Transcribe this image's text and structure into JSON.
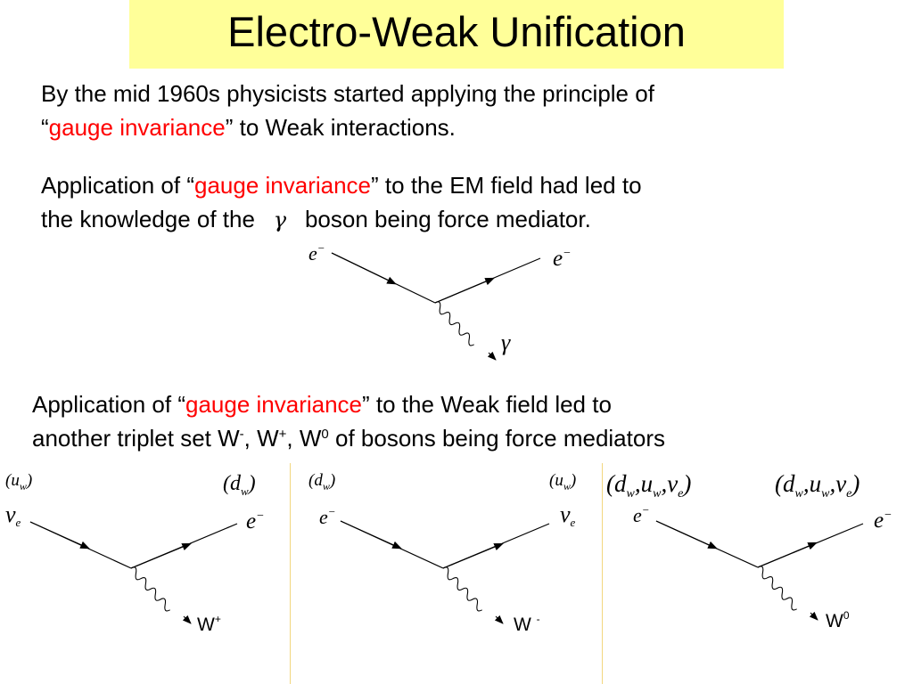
{
  "title": "Electro-Weak Unification",
  "para1": {
    "pre": "By the mid 1960s physicists started applying the principle of",
    "open_quote": "“",
    "highlight": "gauge invariance",
    "post": "” to Weak interactions."
  },
  "para2": {
    "pre": "Application of “",
    "highlight": "gauge invariance",
    "post": "” to the EM field had led to",
    "line2_pre": "the knowledge of the",
    "gamma": "γ",
    "line2_post": "boson being force mediator."
  },
  "para3": {
    "pre": "Application of “",
    "highlight": "gauge invariance",
    "post": "” to the Weak field led to",
    "line2_pre": "another triplet set W",
    "sup1": "-",
    "mid1": ", W",
    "sup2": "+",
    "mid2": ", W",
    "sup3": "0",
    "line2_post": " of bosons being force mediators"
  },
  "diagrams": {
    "em": {
      "in_label": "e",
      "in_sup": "−",
      "out_label": "e",
      "out_sup": "−",
      "boson": "γ"
    },
    "wplus": {
      "in_doublet": "(u",
      "in_doublet_sub": "w",
      "in_doublet_close": ")",
      "in_label": "ν",
      "in_sub": "e",
      "out_doublet": "(d",
      "out_doublet_sub": "w",
      "out_doublet_close": ")",
      "out_label": "e",
      "out_sup": "−",
      "boson": "W",
      "boson_sup": "+"
    },
    "wminus": {
      "in_doublet": "(d",
      "in_doublet_sub": "w",
      "in_doublet_close": ")",
      "in_label": "e",
      "in_sup": "−",
      "out_doublet": "(u",
      "out_doublet_sub": "w",
      "out_doublet_close": ")",
      "out_label": "ν",
      "out_sub": "e",
      "boson": "W ",
      "boson_sup": "-"
    },
    "wzero": {
      "triplet1": [
        "(d",
        "w",
        ",u",
        "w",
        ",ν",
        "e",
        ")"
      ],
      "triplet2": [
        "(d",
        "w",
        ",u",
        "w",
        ",ν",
        "e",
        ")"
      ],
      "in_label": "e",
      "in_sup": "−",
      "out_label": "e",
      "out_sup": "−",
      "boson": "W",
      "boson_sup": "0"
    }
  },
  "colors": {
    "title_bg": "#ffff99",
    "highlight": "#ff0000",
    "divider": "#f2d77f"
  }
}
